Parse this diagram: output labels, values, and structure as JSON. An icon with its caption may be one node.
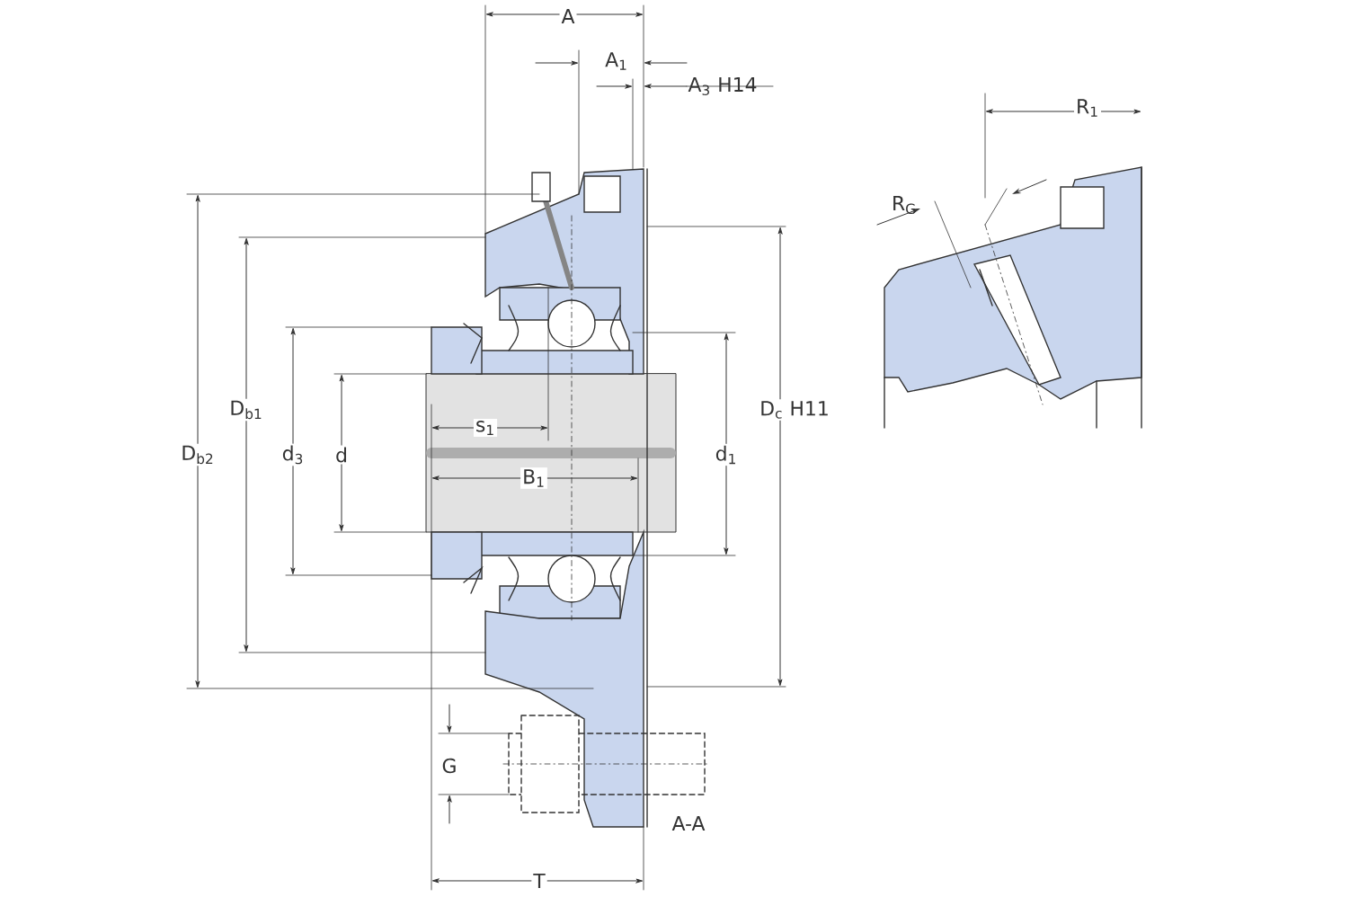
{
  "diagram": {
    "labels": [
      "A",
      "A$_{1}$",
      "A$_{3}$ H14",
      "R$_{1}$",
      "R$_{G}$",
      "D$_{b1}$",
      "D$_{c}$ H11",
      "s$_{1}$",
      "D$_{b2}$",
      "d$_{3}$",
      "d",
      "d$_{1}$",
      "B$_{1}$",
      "G",
      "A-A",
      "T"
    ]
  }
}
